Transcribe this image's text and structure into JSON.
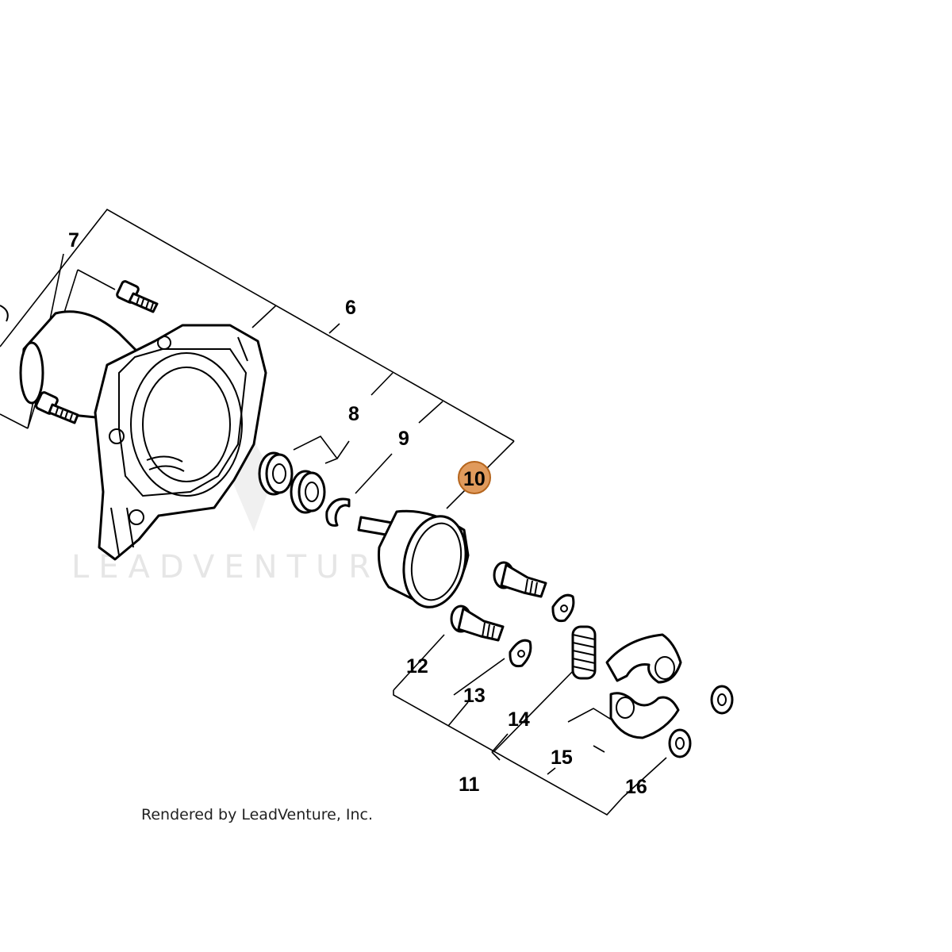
{
  "diagram": {
    "watermark": "LEADVENTURE",
    "footer": "Rendered by LeadVenture, Inc.",
    "highlight_color": "#E09A5C",
    "callouts": {
      "c6": "6",
      "c7": "7",
      "c8": "8",
      "c9": "9",
      "c10": "10",
      "c11": "11",
      "c12": "12",
      "c13": "13",
      "c14": "14",
      "c15": "15",
      "c16": "16"
    }
  }
}
